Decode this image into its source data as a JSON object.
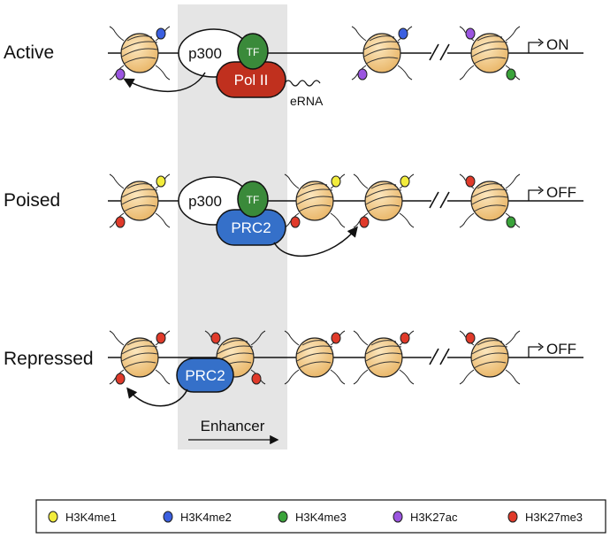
{
  "rows": [
    {
      "state": "Active",
      "proteins": {
        "coactivator": "p300",
        "tf": "TF",
        "complex": "Pol II"
      },
      "transcript": "eRNA",
      "gene_status": "ON"
    },
    {
      "state": "Poised",
      "proteins": {
        "coactivator": "p300",
        "tf": "TF",
        "complex": "PRC2"
      },
      "gene_status": "OFF"
    },
    {
      "state": "Repressed",
      "proteins": {
        "complex": "PRC2"
      },
      "gene_status": "OFF"
    }
  ],
  "region_label": "Enhancer",
  "legend": [
    {
      "label": "H3K4me1",
      "color": "#f2ec3c"
    },
    {
      "label": "H3K4me2",
      "color": "#3b5fe0"
    },
    {
      "label": "H3K4me3",
      "color": "#3aa33a"
    },
    {
      "label": "H3K27ac",
      "color": "#9b55e0"
    },
    {
      "label": "H3K27me3",
      "color": "#e03a2a"
    }
  ],
  "colors": {
    "nucleosome": "#f3c98a",
    "enhancer_region": "#e5e5e5",
    "pol_ii": "#c0301e",
    "prc2": "#3570c9",
    "tf": "#3a8a3a"
  }
}
